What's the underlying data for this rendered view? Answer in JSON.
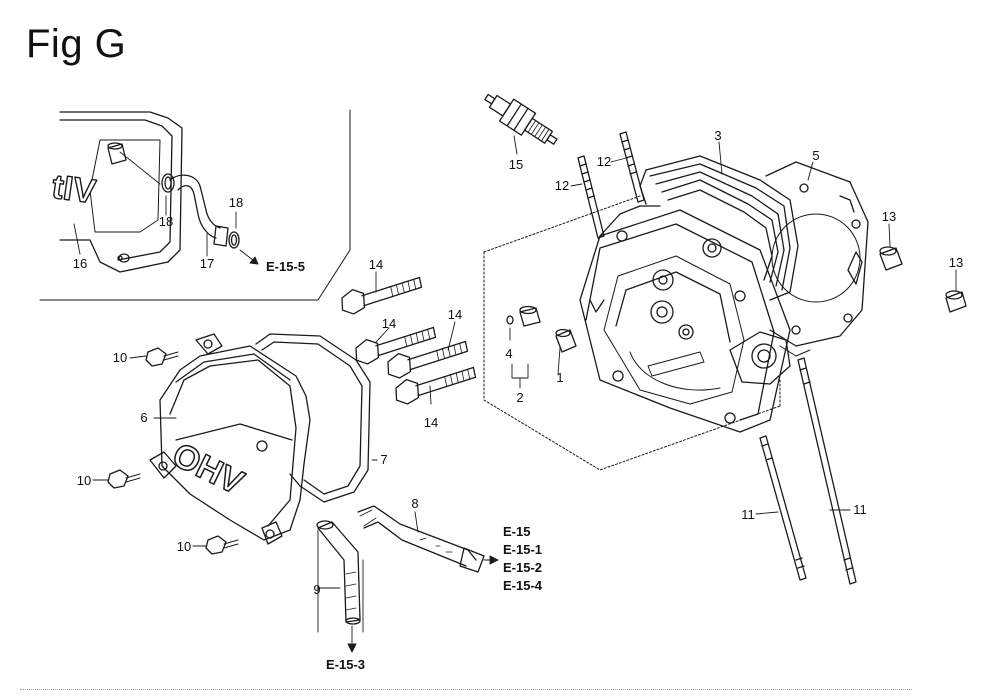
{
  "title": "Fig G",
  "inset_text": "tIV",
  "cover_text": "OHV",
  "labels": {
    "p1": "1",
    "p2": "2",
    "p3": "3",
    "p4": "4",
    "p5": "5",
    "p6": "6",
    "p7": "7",
    "p8": "8",
    "p9": "9",
    "p10a": "10",
    "p10b": "10",
    "p10c": "10",
    "p11a": "11",
    "p11b": "11",
    "p12a": "12",
    "p12b": "12",
    "p13a": "13",
    "p13b": "13",
    "p14a": "14",
    "p14b": "14",
    "p14c": "14",
    "p14d": "14",
    "p15": "15",
    "p16": "16",
    "p17": "17",
    "p18a": "18",
    "p18b": "18"
  },
  "refs": {
    "inset": "E-15-5",
    "hose": [
      "E-15",
      "E-15-1",
      "E-15-2",
      "E-15-4"
    ],
    "tube": "E-15-3"
  },
  "colors": {
    "line": "#1a1a1a",
    "hatch": "#555555",
    "background": "#ffffff"
  },
  "icons": {
    "arrow": "arrow-icon"
  }
}
